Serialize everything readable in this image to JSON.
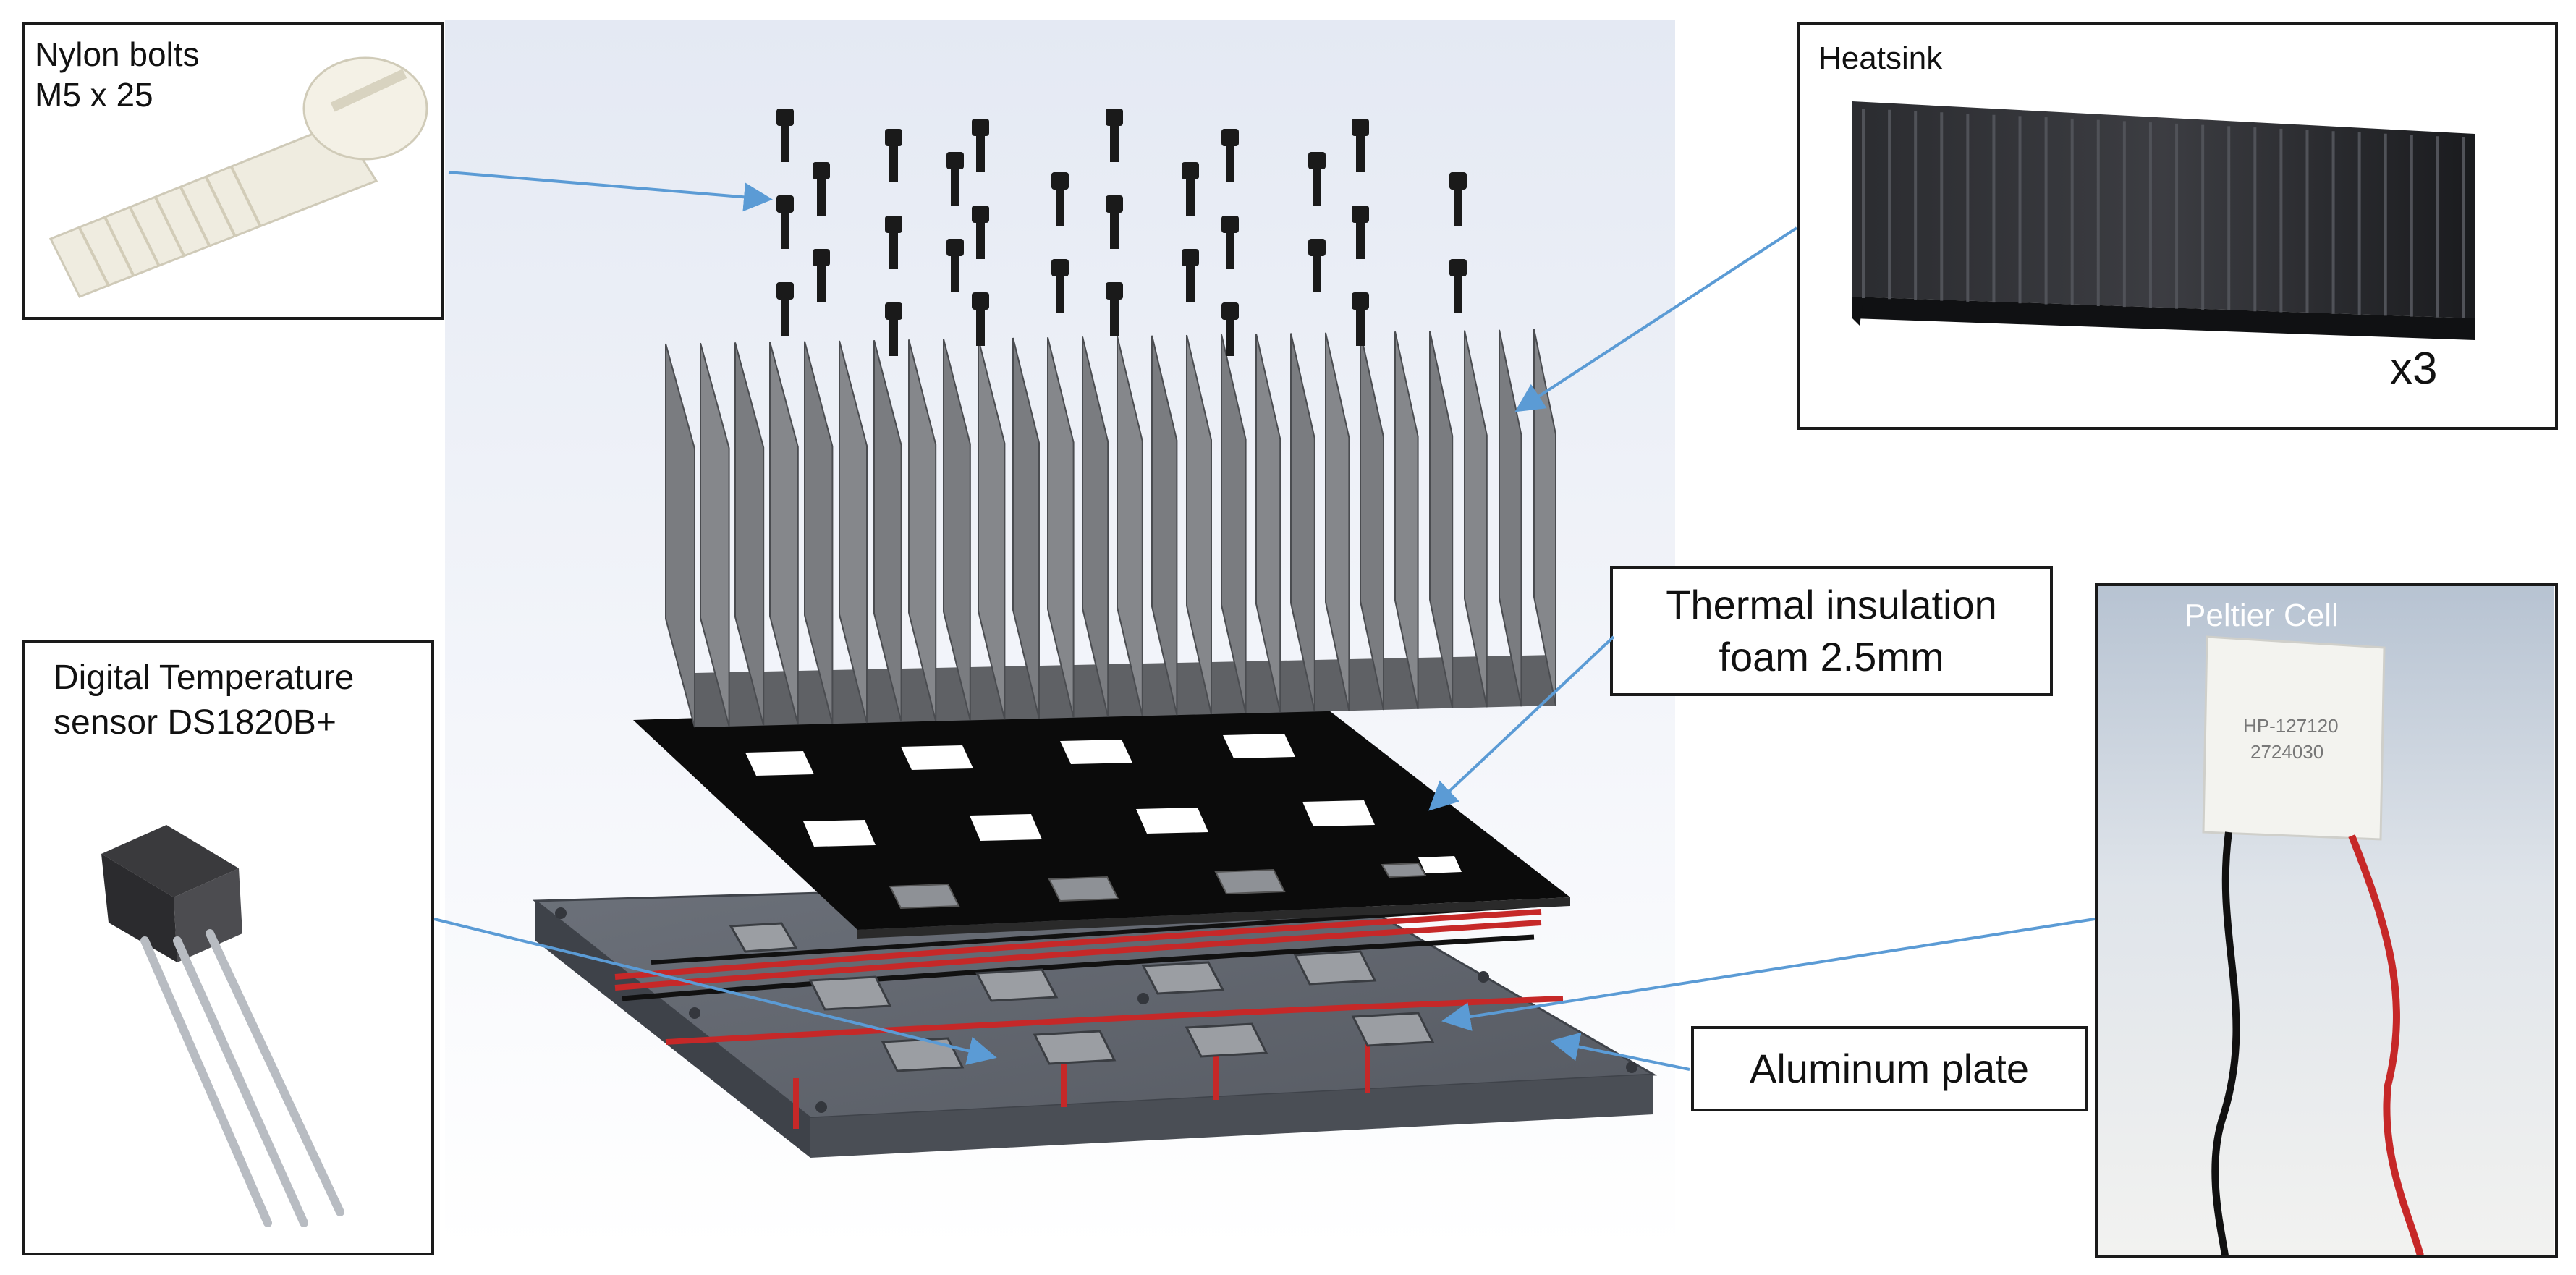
{
  "labels": {
    "nylon_bolts_line1": "Nylon bolts",
    "nylon_bolts_line2": "M5 x 25",
    "heatsink": "Heatsink",
    "heatsink_count": "x3",
    "insulation_line1": "Thermal insulation",
    "insulation_line2": "foam 2.5mm",
    "sensor_line1": "Digital Temperature",
    "sensor_line2": "sensor DS1820B+",
    "peltier": "Peltier Cell",
    "peltier_print_line1": "HP-127120",
    "peltier_print_line2": "2724030",
    "aluminum": "Aluminum plate"
  },
  "colors": {
    "arrow": "#5b9bd5",
    "box_border": "#1a1a1a",
    "text": "#111111",
    "heatsink_metal": "#7d7f83",
    "heatsink_photo": "#1e1f22",
    "foam": "#0b0b0b",
    "plate": "#5e636b",
    "wire_red": "#c62828",
    "wire_black": "#111111",
    "nylon": "#f1eee3",
    "peltier_ceramic": "#f3f3ef"
  }
}
